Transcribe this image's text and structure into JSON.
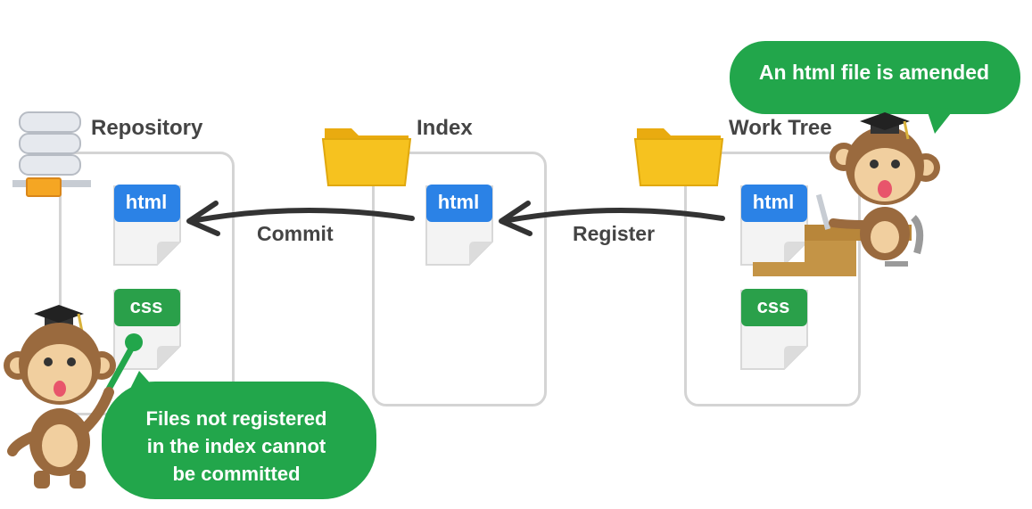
{
  "areas": {
    "repository": {
      "title": "Repository"
    },
    "index": {
      "title": "Index"
    },
    "work_tree": {
      "title": "Work Tree"
    }
  },
  "arrows": {
    "commit": "Commit",
    "register": "Register"
  },
  "files": {
    "repo_html": "html",
    "repo_css": "css",
    "index_html": "html",
    "worktree_html": "html",
    "worktree_css": "css"
  },
  "bubbles": {
    "amended": "An html file is amended",
    "not_registered": [
      "Files not registered",
      "in the index cannot",
      "be committed"
    ]
  },
  "colors": {
    "html_tab": "#2b82e6",
    "css_tab": "#2aa04a",
    "bubble": "#22a64b",
    "folder": "#f6c21f",
    "panel_border": "#d4d4d4",
    "monkey": "#9a6a3e"
  }
}
